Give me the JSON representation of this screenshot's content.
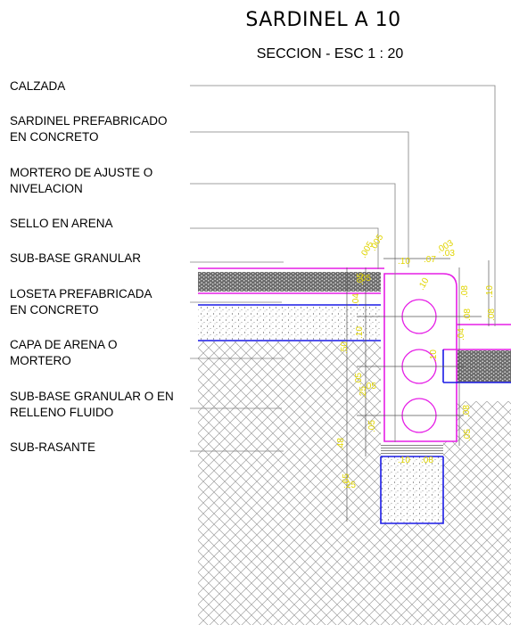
{
  "title": "SARDINEL A 10",
  "subtitle": "SECCION - ESC 1 : 20",
  "labels": [
    "CALZADA",
    "SARDINEL PREFABRICADO\nEN CONCRETO",
    "MORTERO DE AJUSTE O\nNIVELACION",
    "SELLO EN ARENA",
    "SUB-BASE GRANULAR",
    "LOSETA PREFABRICADA\nEN CONCRETO",
    "CAPA DE ARENA O\nMORTERO",
    "SUB-BASE GRANULAR O EN\nRELLENO FLUIDO",
    "SUB-RASANTE"
  ],
  "dims": [
    ".005",
    ".005",
    ".003",
    ".10",
    ".07",
    ".03",
    ".08",
    ".10",
    ".08",
    ".08",
    ".10",
    ".04",
    ".04",
    ".10",
    ".10",
    ".05",
    ".08",
    ".05",
    ".10",
    ".08",
    ".05",
    ".48",
    ".65",
    ".25",
    ".50",
    ".05",
    ".25",
    ".05",
    ".05"
  ],
  "colors": {
    "magenta": "#e61ee6",
    "blue": "#1a1ae6",
    "dimension": "#e0d400",
    "leader": "#808080",
    "hatch": "#9a9a9a"
  }
}
